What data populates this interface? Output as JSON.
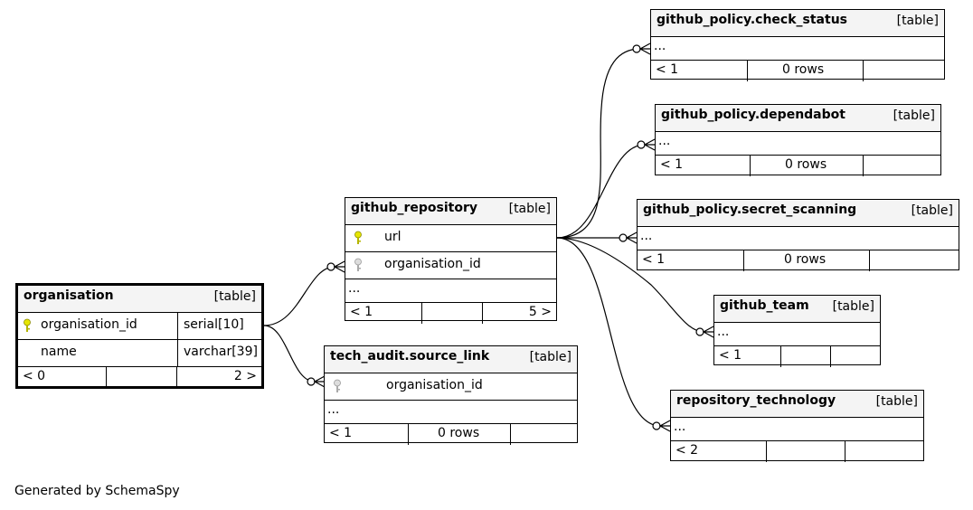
{
  "tables": {
    "organisation": {
      "name": "organisation",
      "kind": "[table]",
      "columns": [
        {
          "name": "organisation_id",
          "type": "serial[10]"
        },
        {
          "name": "name",
          "type": "varchar[39]"
        }
      ],
      "footer": {
        "parents": "< 0",
        "rows": "",
        "children": "2 >"
      }
    },
    "github_repository": {
      "name": "github_repository",
      "kind": "[table]",
      "columns": [
        {
          "name": "url"
        },
        {
          "name": "organisation_id"
        }
      ],
      "ellipsis": "...",
      "footer": {
        "parents": "< 1",
        "rows": "",
        "children": "5 >"
      }
    },
    "tech_audit_source_link": {
      "name": "tech_audit.source_link",
      "kind": "[table]",
      "columns": [
        {
          "name": "organisation_id"
        }
      ],
      "ellipsis": "...",
      "footer": {
        "parents": "< 1",
        "rows": "0 rows",
        "children": ""
      }
    },
    "github_policy_check_status": {
      "name": "github_policy.check_status",
      "kind": "[table]",
      "ellipsis": "...",
      "footer": {
        "parents": "< 1",
        "rows": "0 rows",
        "children": ""
      }
    },
    "github_policy_dependabot": {
      "name": "github_policy.dependabot",
      "kind": "[table]",
      "ellipsis": "...",
      "footer": {
        "parents": "< 1",
        "rows": "0 rows",
        "children": ""
      }
    },
    "github_policy_secret_scanning": {
      "name": "github_policy.secret_scanning",
      "kind": "[table]",
      "ellipsis": "...",
      "footer": {
        "parents": "< 1",
        "rows": "0 rows",
        "children": ""
      }
    },
    "github_team": {
      "name": "github_team",
      "kind": "[table]",
      "ellipsis": "...",
      "footer": {
        "parents": "< 1",
        "rows": "",
        "children": ""
      }
    },
    "repository_technology": {
      "name": "repository_technology",
      "kind": "[table]",
      "ellipsis": "...",
      "footer": {
        "parents": "< 2",
        "rows": "",
        "children": ""
      }
    }
  },
  "colors": {
    "primary_key": "#e6e600",
    "foreign_key": "#aaaaaa",
    "header_bg": "#f4f4f4"
  },
  "credit": "Generated by SchemaSpy"
}
